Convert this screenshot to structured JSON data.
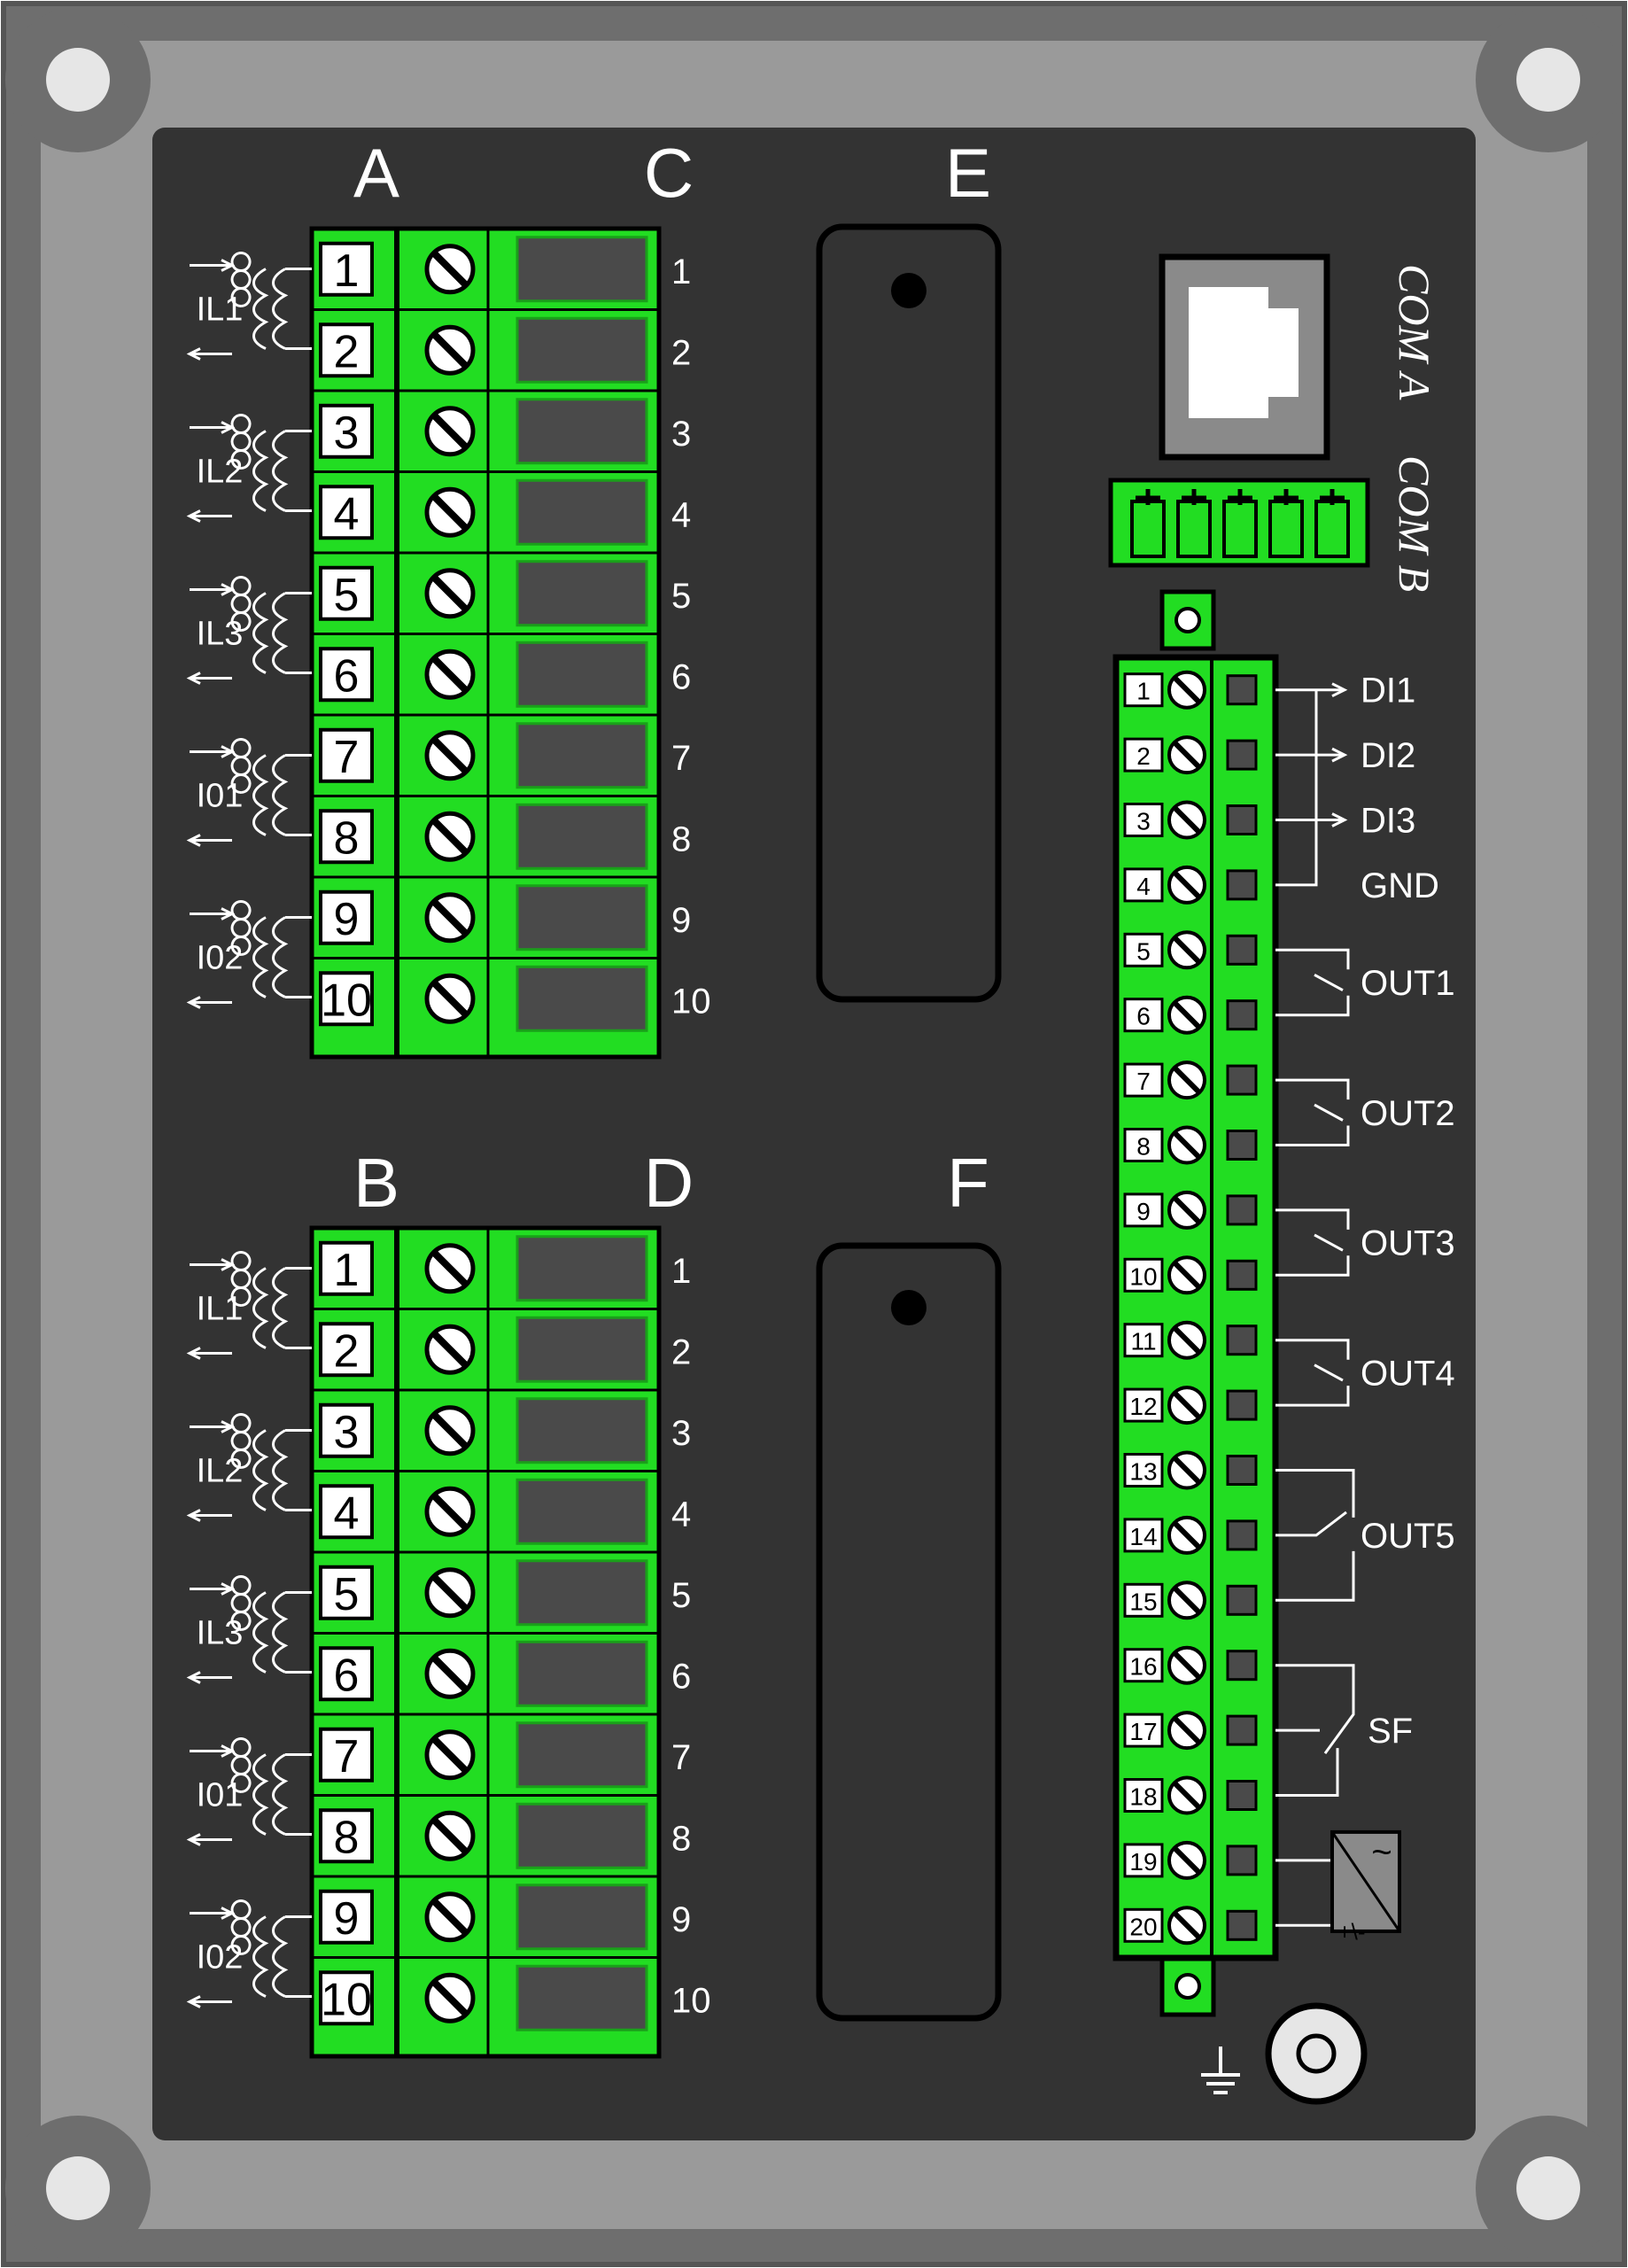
{
  "colors": {
    "case_outer": "#6e6e6e",
    "case_frame": "#9a9a9a",
    "panel": "#333333",
    "terminal_green": "#22dd22",
    "terminal_dark": "#4a4a4a",
    "line_white": "#ffffff",
    "label_white": "#ffffff",
    "number_box": "#ffffff",
    "ps_box": "#8a8a8a"
  },
  "slot_labels": {
    "a": "A",
    "b": "B",
    "c": "C",
    "d": "D",
    "e": "E",
    "f": "F"
  },
  "pin_numbers": [
    "1",
    "2",
    "3",
    "4",
    "5",
    "6",
    "7",
    "8",
    "9",
    "10"
  ],
  "ct_labels": [
    "IL1",
    "IL2",
    "IL3",
    "I01",
    "I02"
  ],
  "ports": {
    "com_a": "COM A",
    "com_b": "COM B"
  },
  "right_terminal": {
    "pins": [
      "1",
      "2",
      "3",
      "4",
      "5",
      "6",
      "7",
      "8",
      "9",
      "10",
      "11",
      "12",
      "13",
      "14",
      "15",
      "16",
      "17",
      "18",
      "19",
      "20"
    ],
    "labels": {
      "di1": "DI1",
      "di2": "DI2",
      "di3": "DI3",
      "gnd": "GND",
      "out1": "OUT1",
      "out2": "OUT2",
      "out3": "OUT3",
      "out4": "OUT4",
      "out5": "OUT5",
      "sf": "SF"
    }
  },
  "icons": {
    "power_supply": "ac-dc-converter-icon",
    "ground": "ground-icon",
    "ground_stud": "ground-stud-icon",
    "screw": "screw-icon",
    "ethernet": "rj45-port-icon"
  },
  "power_supply_symbols": {
    "ac": "~",
    "dc": "+\\-"
  }
}
